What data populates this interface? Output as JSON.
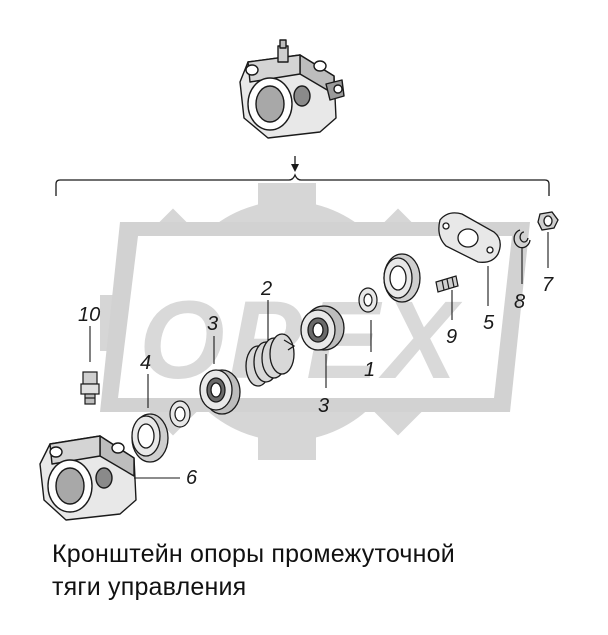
{
  "watermark": {
    "text": "OPEX",
    "color": "#cfcfcf"
  },
  "callouts": {
    "c10": "10",
    "c4": "4",
    "c3a": "3",
    "c2": "2",
    "c3b": "3",
    "c1": "1",
    "c9": "9",
    "c5": "5",
    "c8": "8",
    "c7": "7",
    "c6": "6"
  },
  "caption": {
    "line1": "Кронштейн опоры промежуточной",
    "line2": "тяги управления"
  },
  "colors": {
    "outline": "#1a1a1a",
    "part_fill": "#e8e8e8",
    "shade": "#9a9a9a"
  }
}
